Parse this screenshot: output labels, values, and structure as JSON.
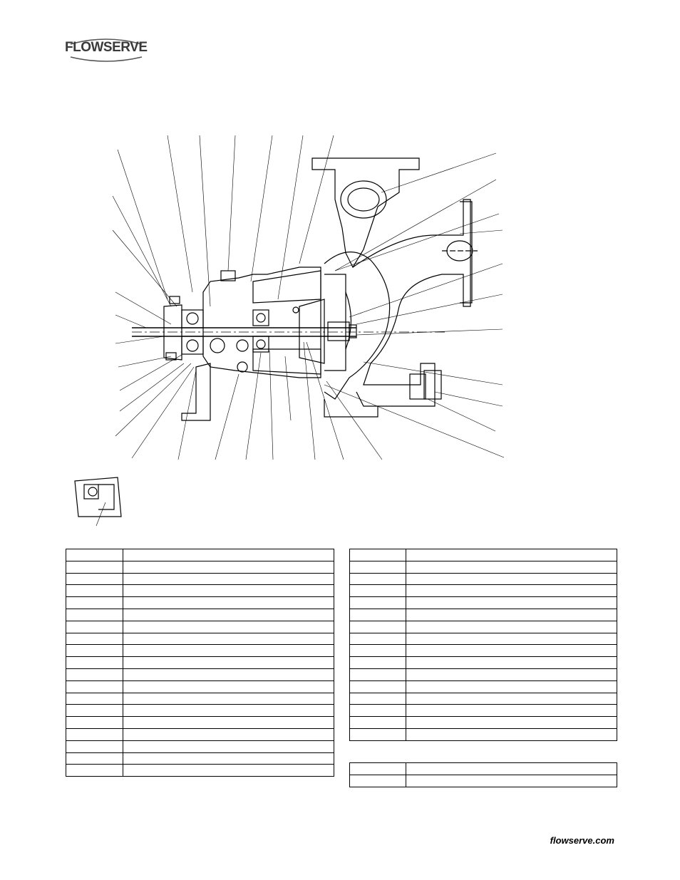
{
  "header": {
    "logo_text": "FLOWSERVE"
  },
  "footer": {
    "url": "flowserve.com"
  },
  "drawing": {
    "icon": "pump-cross-section-drawing"
  },
  "parts_table_left": {
    "rows": 19
  },
  "parts_table_right": {
    "rows": 16
  },
  "parts_table_right_extra": {
    "rows": 2
  }
}
